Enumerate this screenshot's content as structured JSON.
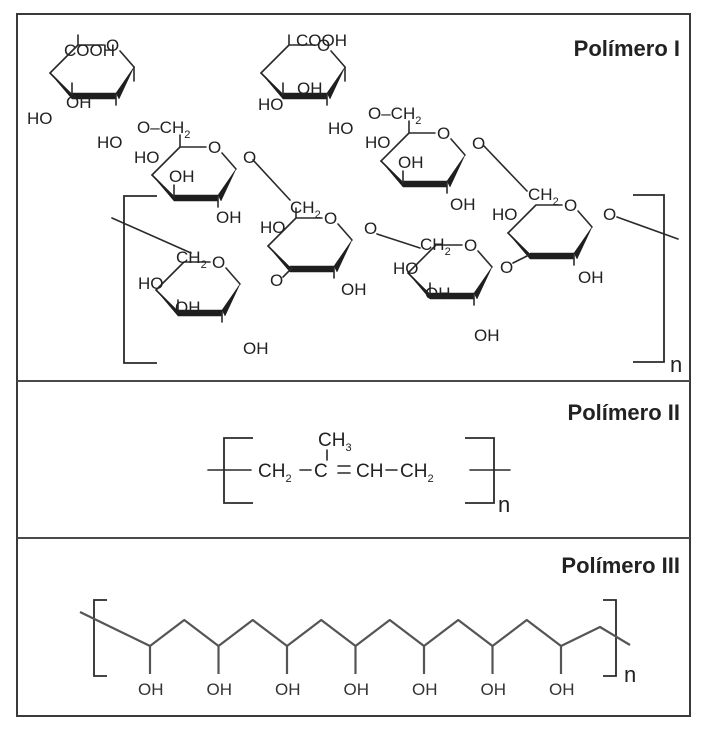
{
  "panels": [
    {
      "id": "polymer-1",
      "title": "Polímero I",
      "repeat_label": "n",
      "description": "Polysaccharide repeating unit (pectin-like) with galacturonic acid branches and galactose/glucose units",
      "labels": {
        "cooh": "COOH",
        "oh": "OH",
        "ho": "HO",
        "o": "O",
        "ch": "CH",
        "ch2_sub": "2",
        "ether": "O–CH"
      }
    },
    {
      "id": "polymer-2",
      "title": "Polímero II",
      "repeat_label": "n",
      "description": "Polyisoprene repeating unit",
      "formula": {
        "methyl": "CH",
        "methyl_sub": "3",
        "ch2": "CH",
        "ch2_sub": "2",
        "dash": "–",
        "c": "C",
        "double": "=",
        "ch": "CH"
      }
    },
    {
      "id": "polymer-3",
      "title": "Polímero III",
      "repeat_label": "n",
      "description": "Poly(vinyl alcohol) chain",
      "hydroxyl_count": 7,
      "hydroxyl_labels": [
        "OH",
        "OH",
        "OH",
        "OH",
        "OH",
        "OH",
        "OH"
      ]
    }
  ]
}
